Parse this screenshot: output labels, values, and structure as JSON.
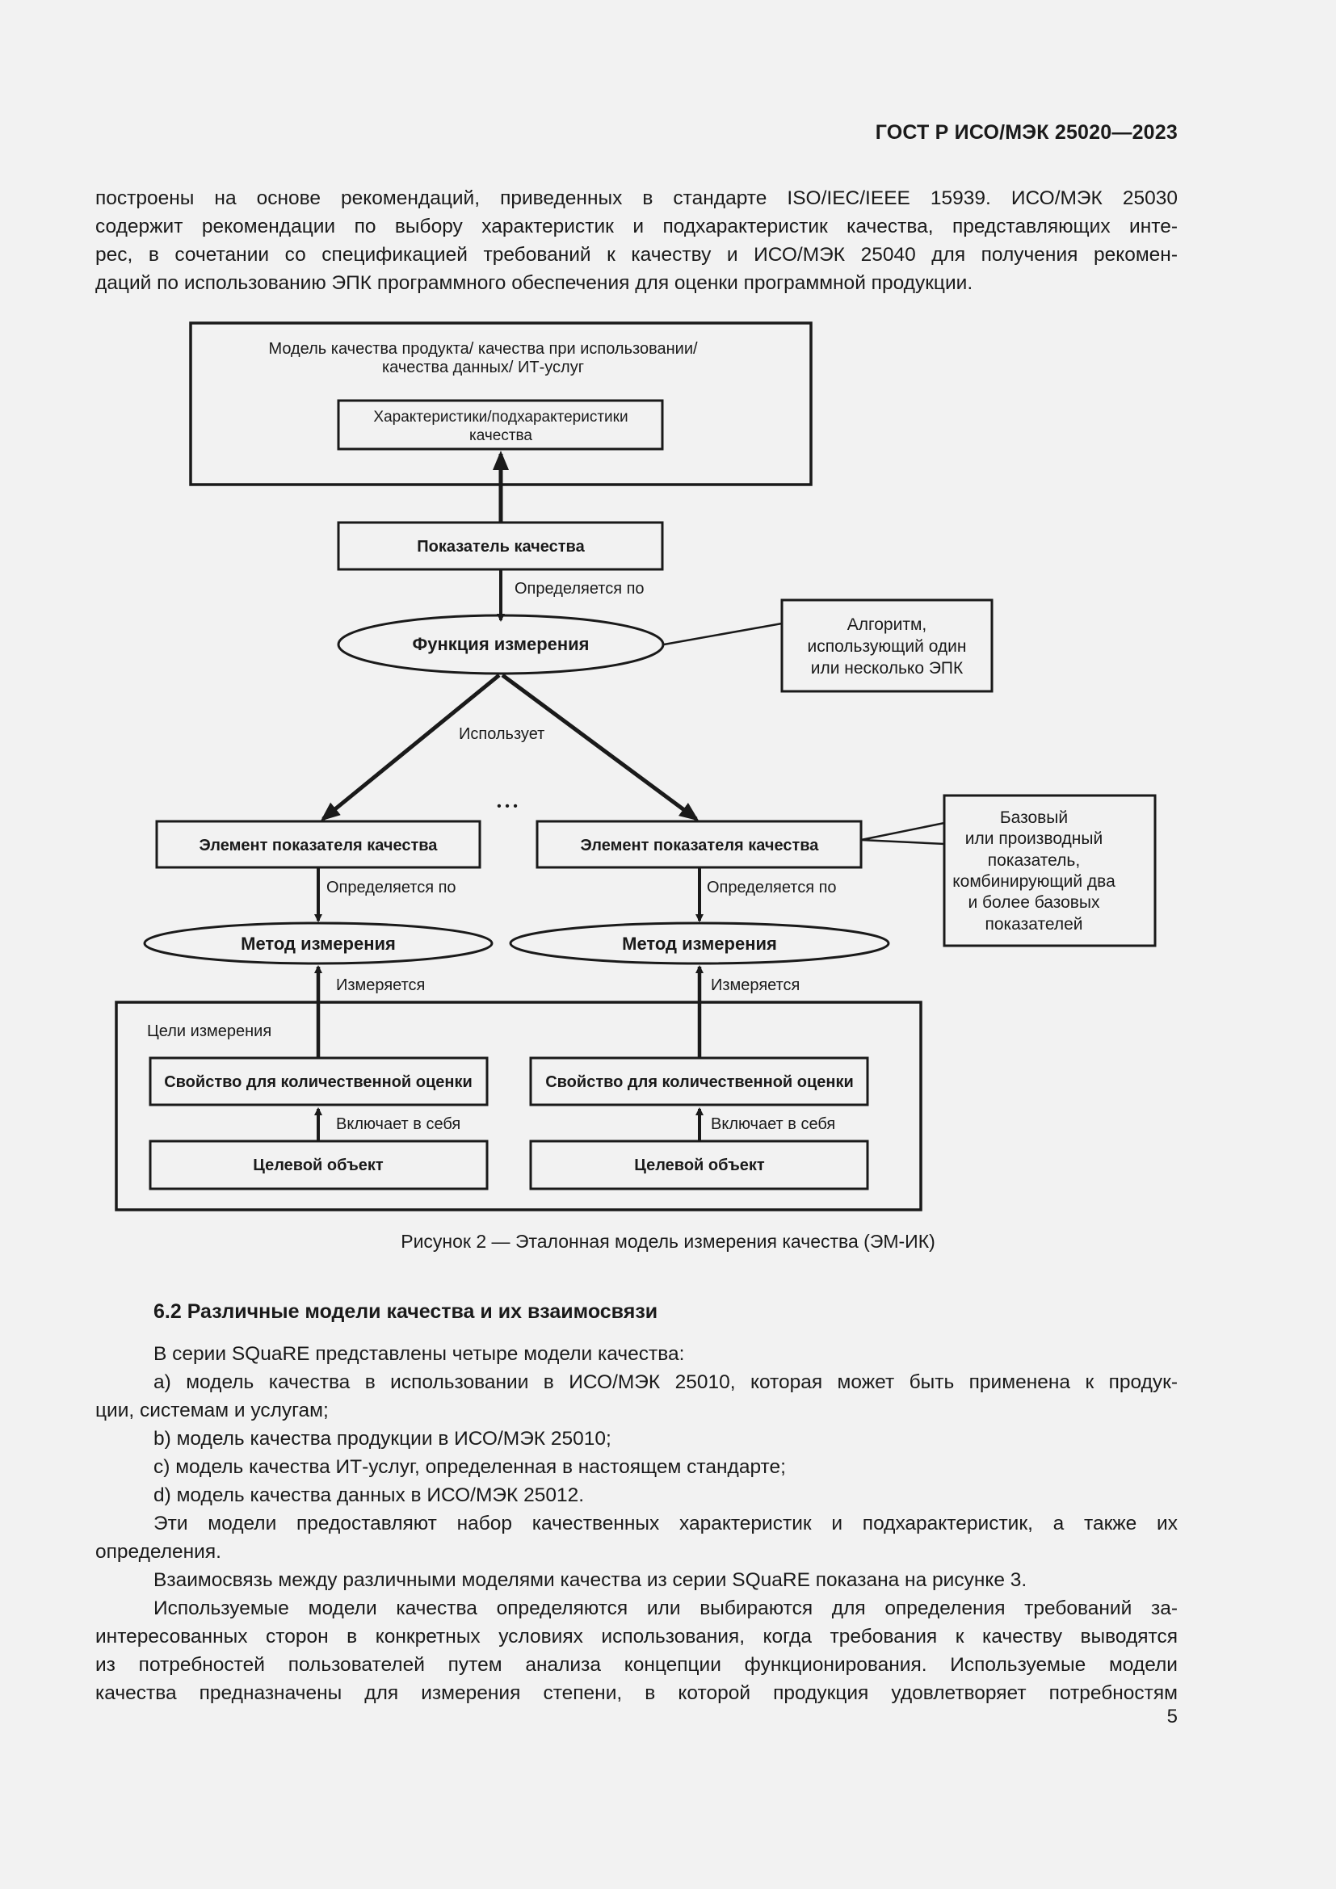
{
  "header": {
    "doc_id": "ГОСТ Р ИСО/МЭК 25020—2023"
  },
  "intro_lines": [
    "построены на основе рекомендаций, приведенных в стандарте ISO/IEC/IEEE 15939. ИСО/МЭК 25030",
    "содержит рекомендации по выбору характеристик и подхарактеристик качества, представляющих инте-",
    "рес, в сочетании со спецификацией требований к качеству и ИСО/МЭК 25040 для получения рекомен-",
    "даций по использованию ЭПК программного обеспечения для оценки программной продукции."
  ],
  "figure": {
    "model_box_line1": "Модель качества продукта/ качества при использовании/",
    "model_box_line2": "качества данных/ ИТ-услуг",
    "characteristics_line1": "Характеристики/подхарактеристики",
    "characteristics_line2": "качества",
    "quality_indicator": "Показатель качества",
    "defined_by": "Определяется по",
    "measurement_function": "Функция измерения",
    "algorithm_line1": "Алгоритм,",
    "algorithm_line2": "использующий один",
    "algorithm_line3": "или несколько ЭПК",
    "uses": "Использует",
    "ellipsis": "• • •",
    "element_left": "Элемент показателя качества",
    "element_right": "Элемент показателя качества",
    "defined_by_left": "Определяется по",
    "defined_by_right": "Определяется по",
    "base_line1": "Базовый",
    "base_line2": "или производный",
    "base_line3": "показатель,",
    "base_line4": "комбинирующий два",
    "base_line5": "и более базовых",
    "base_line6": "показателей",
    "method_left": "Метод измерения",
    "method_right": "Метод измерения",
    "measured_left": "Измеряется",
    "measured_right": "Измеряется",
    "targets_title": "Цели измерения",
    "property_left": "Свойство для количественной оценки",
    "property_right": "Свойство для количественной оценки",
    "includes_left": "Включает в себя",
    "includes_right": "Включает в себя",
    "target_left": "Целевой объект",
    "target_right": "Целевой объект",
    "caption": "Рисунок 2 — Эталонная модель измерения качества (ЭМ-ИК)"
  },
  "section": {
    "title": "6.2  Различные модели качества и их взаимосвязи",
    "lead": "В серии SQuaRE представлены четыре модели качества:",
    "item_a_line1": "a)  модель качества в использовании в ИСО/МЭК 25010, которая может быть применена к продук-",
    "item_a_line2": "ции, системам и услугам;",
    "item_b": "b)  модель качества продукции в ИСО/МЭК 25010;",
    "item_c": "c)  модель качества ИТ-услуг, определенная в настоящем стандарте;",
    "item_d": "d)  модель качества данных в ИСО/МЭК 25012.",
    "p1_line1": "Эти модели предоставляют набор качественных характеристик и подхарактеристик, а также их",
    "p1_line2": "определения.",
    "p2": "Взаимосвязь между различными моделями качества из серии SQuaRE показана на рисунке 3.",
    "p3_line1": "Используемые модели качества определяются или выбираются для определения требований за-",
    "p3_line2": "интересованных сторон в конкретных условиях использования, когда требования к качеству выводятся",
    "p3_line3": "из потребностей пользователей путем анализа концепции функционирования. Используемые модели",
    "p3_line4": "качества предназначены для измерения степени, в которой продукция удовлетворяет потребностям"
  },
  "page_number": "5"
}
